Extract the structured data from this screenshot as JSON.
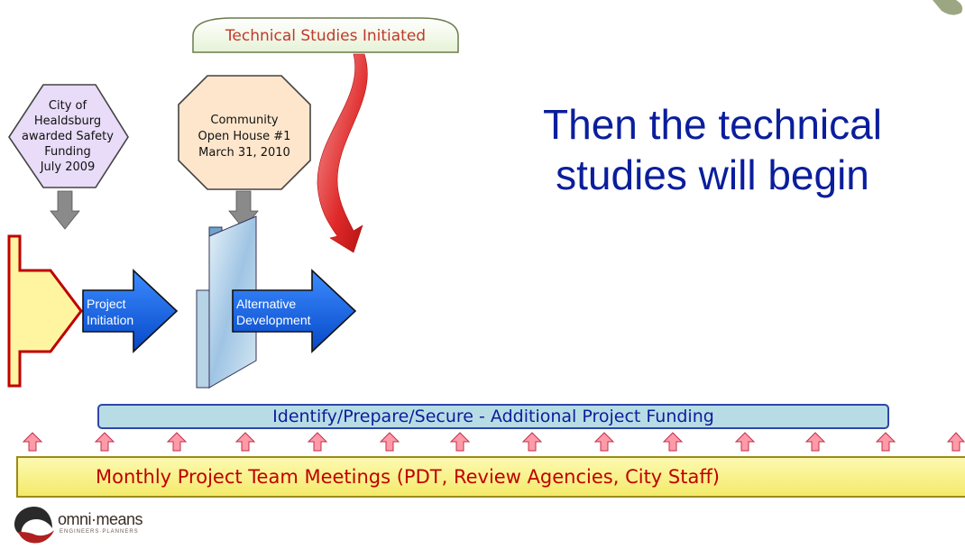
{
  "callout": {
    "text": "Technical  Studies Initiated"
  },
  "hexagon": {
    "lines": [
      "City of",
      "Healdsburg",
      "awarded Safety",
      "Funding",
      "July 2009"
    ]
  },
  "octagon": {
    "lines": [
      "Community",
      "Open House #1",
      "March 31, 2010"
    ]
  },
  "heading": {
    "line1": "Then the technical",
    "line2": "studies will begin"
  },
  "arrows": {
    "project_initiation": [
      "Project",
      "Initiation"
    ],
    "alternative_development": [
      "Alternative",
      "Development"
    ]
  },
  "funding_bar": {
    "text": "Identify/Prepare/Secure - Additional Project Funding"
  },
  "meetings_bar": {
    "text": "Monthly Project Team Meetings (PDT, Review Agencies, City Staff)"
  },
  "logo": {
    "name": "omni·means",
    "tagline": "ENGINEERS·PLANNERS"
  },
  "colors": {
    "blue_arrow": "#0a5ce8",
    "heading": "#0a1e9c",
    "red_text": "#c00000",
    "red_arrow": "#e02a2a"
  }
}
